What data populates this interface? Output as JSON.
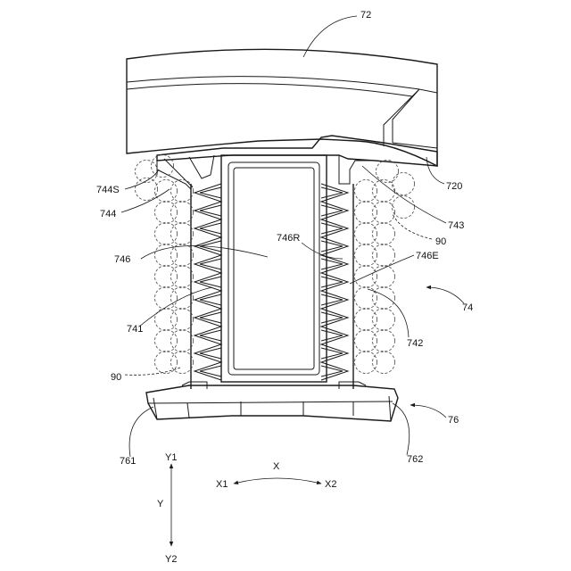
{
  "labels": {
    "l72": "72",
    "l720": "720",
    "l743": "743",
    "l90a": "90",
    "l744s": "744S",
    "l744": "744",
    "l746": "746",
    "l746r": "746R",
    "l746e": "746E",
    "l74": "74",
    "l741": "741",
    "l742": "742",
    "l90b": "90",
    "l76": "76",
    "l761": "761",
    "l762": "762"
  },
  "axes": {
    "y1": "Y1",
    "y": "Y",
    "y2": "Y2",
    "x": "X",
    "x1": "X1",
    "x2": "X2"
  },
  "colors": {
    "line": "#1a1a1a",
    "background": "#ffffff"
  }
}
